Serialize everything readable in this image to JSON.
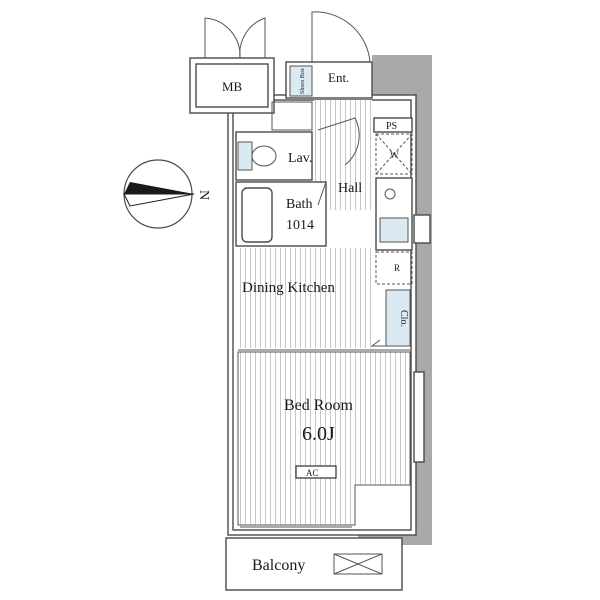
{
  "rooms": {
    "mb": "MB",
    "entrance": "Ent.",
    "shoes_box": "Shoes Box",
    "ps": "PS",
    "lavatory": "Lav.",
    "hall": "Hall",
    "bath": "Bath",
    "bath_size": "1014",
    "washer": "W",
    "refrigerator": "R",
    "closet": "Clo.",
    "dining_kitchen": "Dining Kitchen",
    "bed_room": "Bed Room",
    "bed_room_size": "6.0J",
    "air_conditioner": "AC",
    "balcony": "Balcony"
  },
  "compass": {
    "north_label": "N"
  },
  "colors": {
    "outer_wall": "#a9a9a9",
    "fixture": "#dbe9f3",
    "line": "#4a4a4a"
  }
}
